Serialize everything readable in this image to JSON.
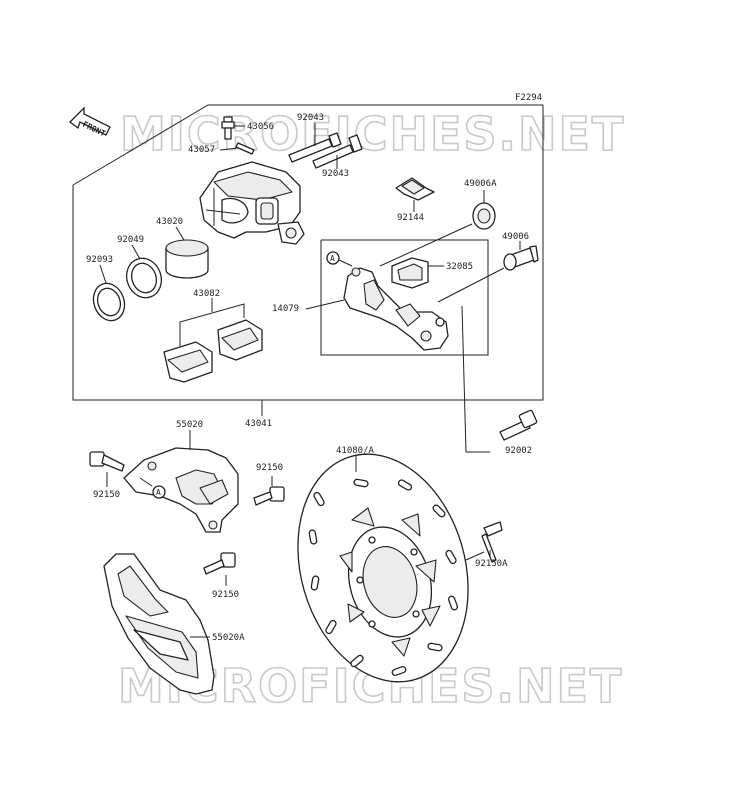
{
  "figure_code": "F2294",
  "front_label": "FRONT",
  "watermark": "MICROFICHES.NET",
  "callout_a": "A",
  "parts": {
    "p43056": "43056",
    "p92043a": "92043",
    "p43057": "43057",
    "p92043b": "92043",
    "p43020": "43020",
    "p92049": "92049",
    "p92093": "92093",
    "p43082": "43082",
    "p92144": "92144",
    "p49006a": "49006A",
    "p49006": "49006",
    "p32085": "32085",
    "p14079": "14079",
    "p43041": "43041",
    "p55020": "55020",
    "p92150a": "92150",
    "p92150b": "92150",
    "p92150c": "92150",
    "p41080": "41080/A",
    "p92002": "92002",
    "p92150d": "92150A",
    "p55020a": "55020A"
  }
}
